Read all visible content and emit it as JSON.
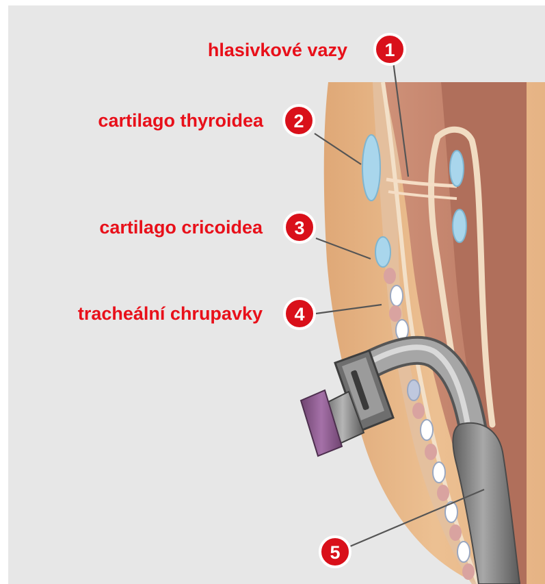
{
  "labels": [
    {
      "number": "1",
      "text": "hlasivkové vazy"
    },
    {
      "number": "2",
      "text": "cartilago thyroidea"
    },
    {
      "number": "3",
      "text": "cartilago cricoidea"
    },
    {
      "number": "4",
      "text": "tracheální chrupavky"
    },
    {
      "number": "5",
      "text": ""
    }
  ],
  "colors": {
    "label_red": "#e8101a",
    "badge_red": "#d9101a",
    "background": "#e7e7e7",
    "skin": "#e9b98a",
    "tissue": "#c98a72",
    "cartilage_blue": "#a9d6ec",
    "tube_gray": "#8a8a8a",
    "connector_purple": "#8b5a8f"
  },
  "icons": [
    "numbered-badge"
  ]
}
